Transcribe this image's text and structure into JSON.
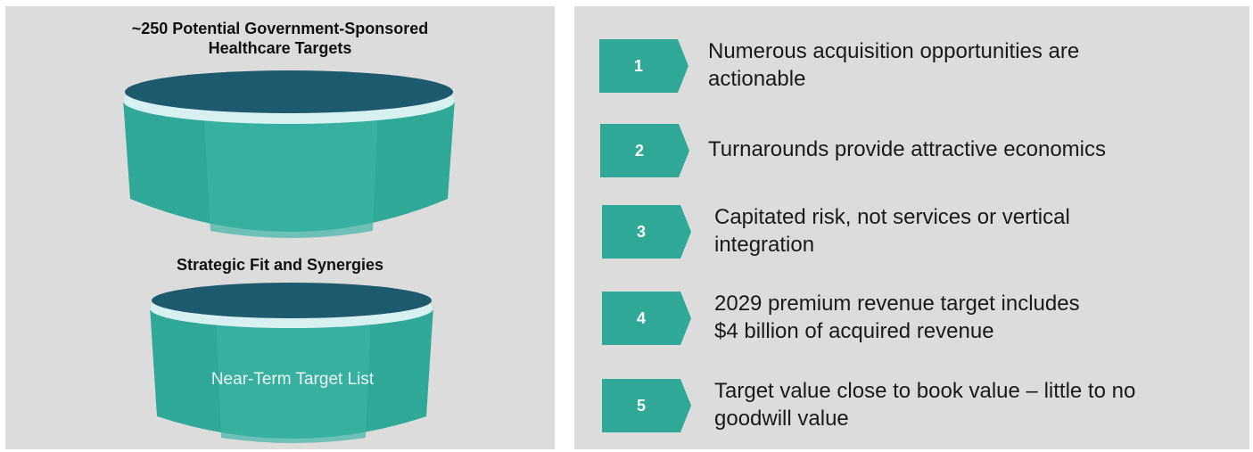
{
  "funnel": {
    "top_title_lines": [
      "~250 Potential Government-Sponsored",
      "Healthcare Targets"
    ],
    "middle_title": "Strategic Fit and Synergies",
    "bottom_label": "Near-Term Target List"
  },
  "points": [
    {
      "number": "1",
      "lines": [
        "Numerous acquisition opportunities are",
        "actionable"
      ]
    },
    {
      "number": "2",
      "lines": [
        "Turnarounds provide attractive economics"
      ]
    },
    {
      "number": "3",
      "lines": [
        "Capitated risk, not services or vertical",
        "integration"
      ]
    },
    {
      "number": "4",
      "lines": [
        "2029 premium revenue target includes",
        "$4 billion of acquired revenue"
      ]
    },
    {
      "number": "5",
      "lines": [
        "Target value close to book value – little to no",
        "goodwill value"
      ]
    }
  ],
  "colors": {
    "panel_bg": "#dcdcdc",
    "teal": "#2fa897",
    "teal_light": "#3cb4a4",
    "rim_dark": "#1d5a6e",
    "rim_light": "#d7f0f1"
  }
}
